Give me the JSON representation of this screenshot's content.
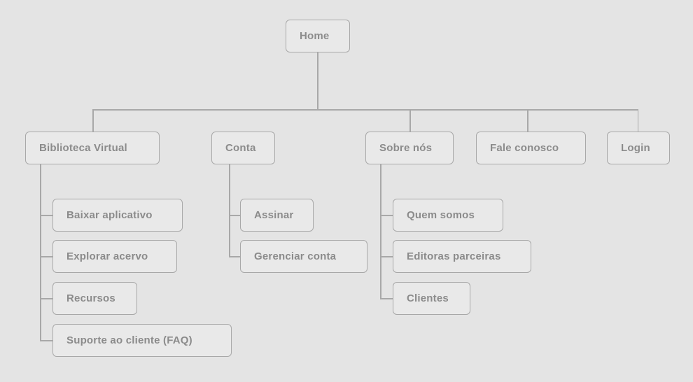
{
  "diagram": {
    "type": "sitemap-tree",
    "language": "pt-BR",
    "colors": {
      "background": "#e4e4e4",
      "node_fill": "#e9e9e9",
      "node_border": "#a8a8a8",
      "node_text": "#8b8b8b",
      "connector": "#a8a8a8"
    },
    "root": {
      "label": "Home"
    },
    "sections": [
      {
        "label": "Biblioteca Virtual",
        "children": [
          "Baixar aplicativo",
          "Explorar acervo",
          "Recursos",
          "Suporte ao cliente (FAQ)"
        ]
      },
      {
        "label": "Conta",
        "children": [
          "Assinar",
          "Gerenciar conta"
        ]
      },
      {
        "label": "Sobre nós",
        "children": [
          "Quem somos",
          "Editoras parceiras",
          "Clientes"
        ]
      },
      {
        "label": "Fale conosco",
        "children": []
      },
      {
        "label": "Login",
        "children": []
      }
    ]
  }
}
